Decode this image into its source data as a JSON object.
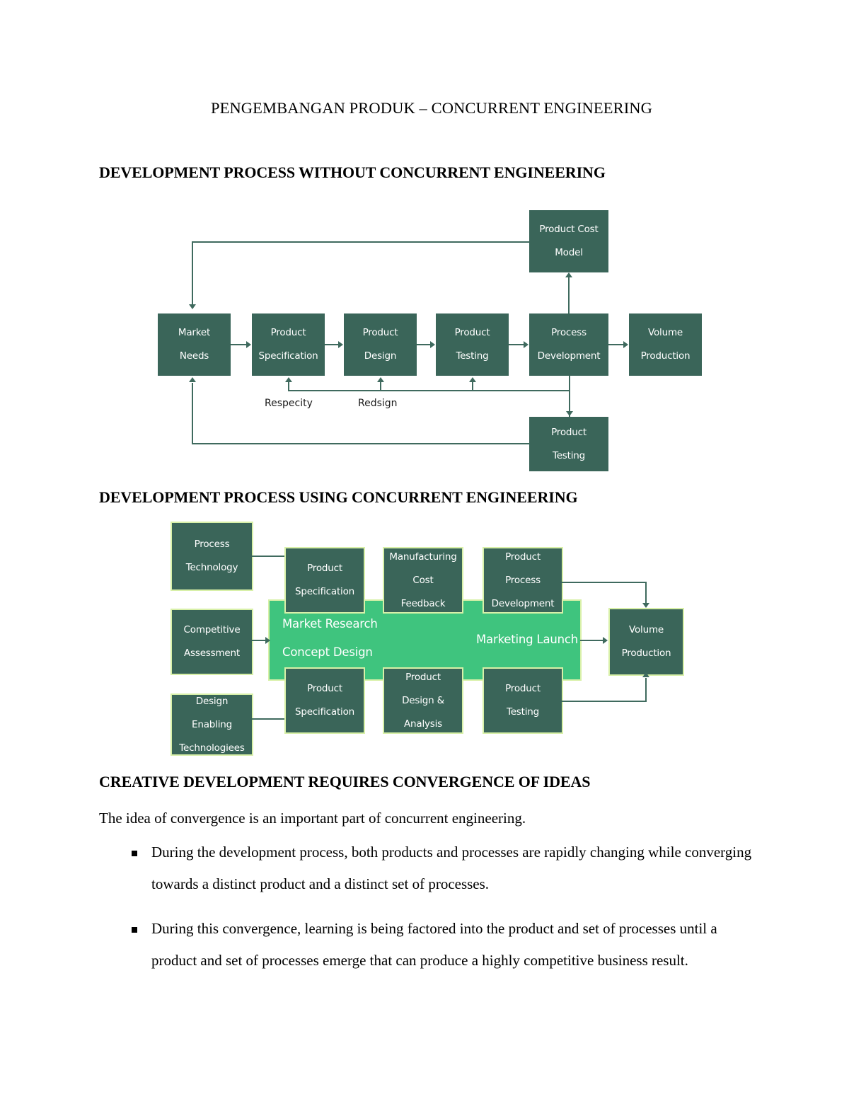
{
  "document": {
    "title": "PENGEMBANGAN PRODUK – CONCURRENT ENGINEERING",
    "section1_heading": "DEVELOPMENT PROCESS WITHOUT CONCURRENT ENGINEERING",
    "section2_heading": "DEVELOPMENT PROCESS USING CONCURRENT ENGINEERING",
    "section3_heading": "CREATIVE DEVELOPMENT REQUIRES CONVERGENCE OF IDEAS",
    "intro_paragraph": "The idea of convergence is an  important part of  concurrent  engineering.",
    "bullets": [
      "During the development process, both products and processes are rapidly changing while converging towards a distinct product and a distinct set of processes.",
      "During this convergence, learning is being factored into the product and set of  processes until a product and set of processes emerge that can produce a highly  competitive business result."
    ]
  },
  "colors": {
    "node_fill": "#3a6559",
    "band_fill": "#3fc47e",
    "glow": "#d8f0a8",
    "line": "#3f6a5e",
    "node_text": "#ffffff"
  },
  "diagram1": {
    "name": "Development process without concurrent engineering",
    "nodes": [
      {
        "id": "product-cost-model",
        "line1": "Product Cost",
        "line2": "Model"
      },
      {
        "id": "market-needs",
        "line1": "Market",
        "line2": "Needs"
      },
      {
        "id": "product-specification",
        "line1": "Product",
        "line2": "Specification"
      },
      {
        "id": "product-design",
        "line1": "Product",
        "line2": "Design"
      },
      {
        "id": "product-testing-top",
        "line1": "Product",
        "line2": "Testing"
      },
      {
        "id": "process-development",
        "line1": "Process",
        "line2": "Development"
      },
      {
        "id": "volume-production",
        "line1": "Volume",
        "line2": "Production"
      },
      {
        "id": "product-testing-bottom",
        "line1": "Product",
        "line2": "Testing"
      }
    ],
    "flow_labels": [
      {
        "id": "respecify",
        "text": "Respecity"
      },
      {
        "id": "redesign",
        "text": "Redsign"
      }
    ]
  },
  "diagram2": {
    "name": "Development process using concurrent engineering",
    "left_inputs": [
      {
        "id": "process-technology",
        "line1": "Process",
        "line2": "Technology",
        "line3": ""
      },
      {
        "id": "competitive-assessment",
        "line1": "Competitive",
        "line2": "Assessment",
        "line3": ""
      },
      {
        "id": "design-enabling-technologies",
        "line1": "Design",
        "line2": "Enabling",
        "line3": "Technologiees"
      }
    ],
    "top_row": [
      {
        "id": "product-specification-top",
        "line1": "Product",
        "line2": "Specification",
        "line3": ""
      },
      {
        "id": "manufacturing-cost-feedback",
        "line1": "Manufacturing",
        "line2": "Cost",
        "line3": "Feedback"
      },
      {
        "id": "product-process-development",
        "line1": "Product",
        "line2": "Process",
        "line3": "Development"
      }
    ],
    "bottom_row": [
      {
        "id": "product-specification-bottom",
        "line1": "Product",
        "line2": "Specification",
        "line3": ""
      },
      {
        "id": "product-design-analysis",
        "line1": "Product",
        "line2": "Design &",
        "line3": "Analysis"
      },
      {
        "id": "product-testing",
        "line1": "Product",
        "line2": "Testing",
        "line3": ""
      }
    ],
    "band_labels": [
      {
        "id": "market-research",
        "text": "Market Research"
      },
      {
        "id": "concept-design",
        "text": "Concept Design"
      },
      {
        "id": "marketing-launch",
        "text": "Marketing Launch"
      }
    ],
    "output": {
      "id": "volume-production",
      "line1": "Volume",
      "line2": "Production"
    }
  }
}
